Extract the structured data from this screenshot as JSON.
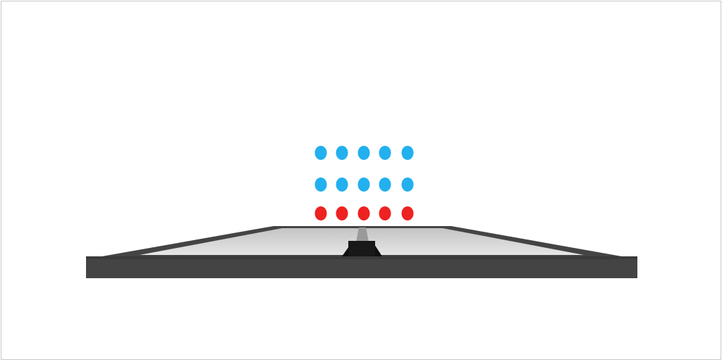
{
  "game": {
    "brick_colors": {
      "blue": "#22b0ee",
      "red": "#ee2222"
    },
    "brick_rows": [
      {
        "color": "blue",
        "count": 5
      },
      {
        "color": "blue",
        "count": 5
      },
      {
        "color": "red",
        "count": 5
      }
    ],
    "board_color": "#444444",
    "surface_color": "#d8d8d8",
    "paddle_color": "#151515"
  }
}
